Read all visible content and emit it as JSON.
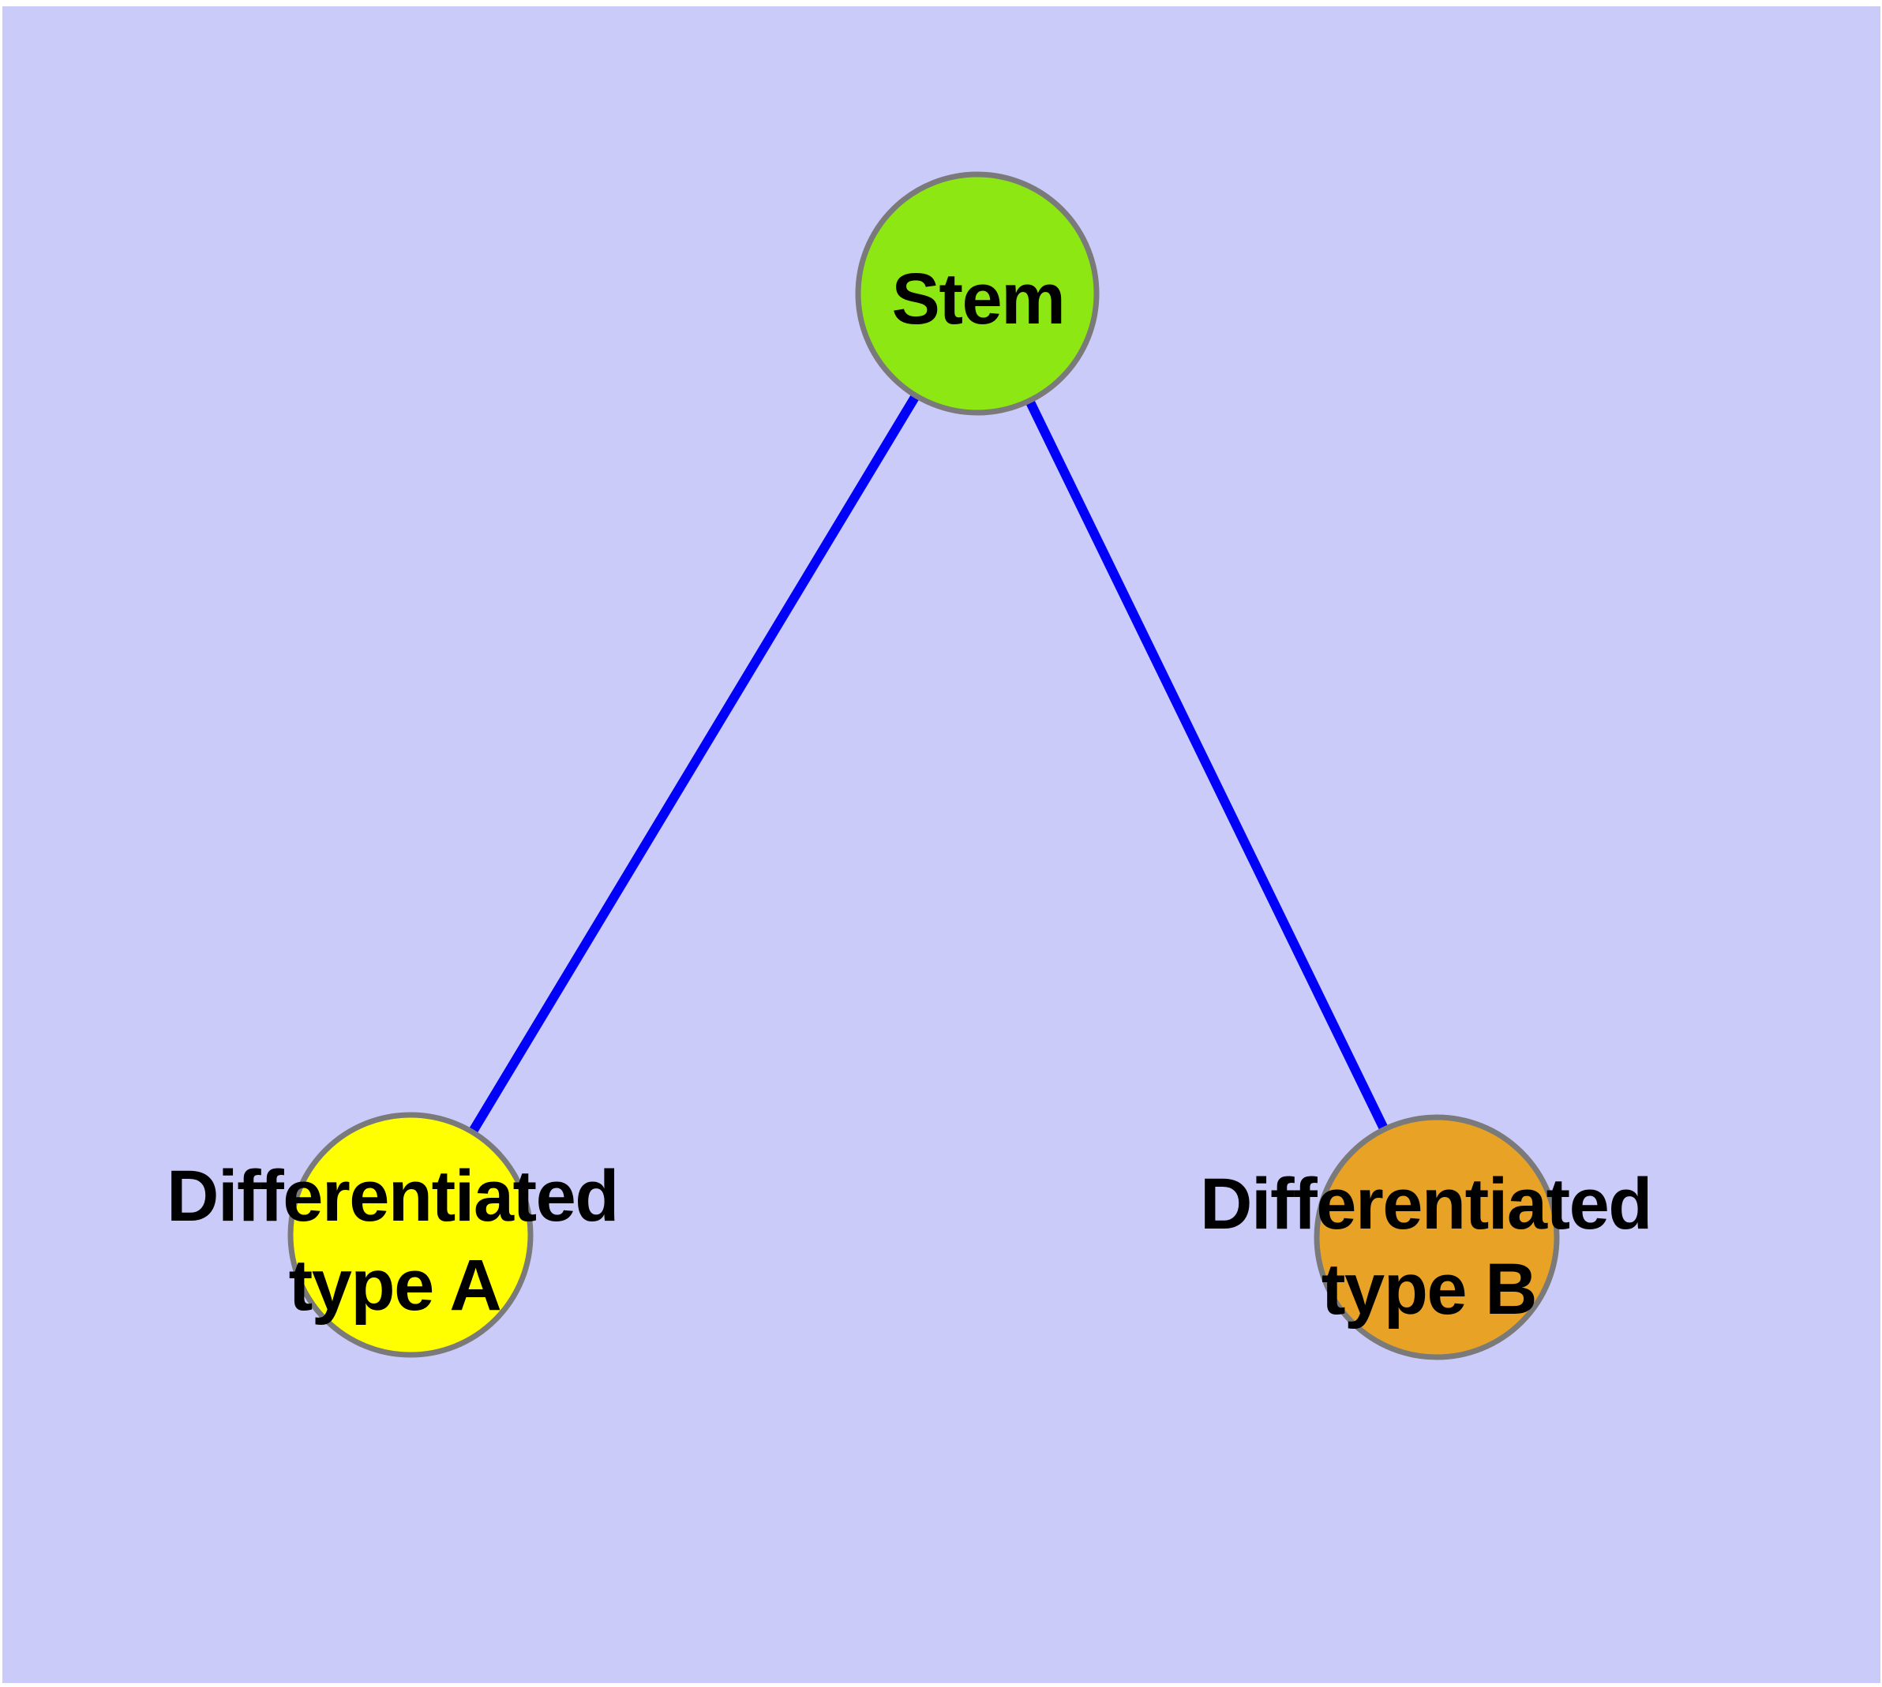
{
  "canvas": {
    "page_color": "#ffffff",
    "background_color": "#cbcbf9"
  },
  "text_color": "#000000",
  "nodes": {
    "stem": {
      "label": "Stem",
      "fill": "#8de712",
      "border": "#7a7a7a"
    },
    "type_a": {
      "label_line1": "Differentiated",
      "label_line2": "type A",
      "fill": "#ffff00",
      "border": "#7a7a7a"
    },
    "type_b": {
      "label_line1": "Differentiated",
      "label_line2": "type B",
      "fill": "#e8a226",
      "border": "#7a7a7a"
    }
  },
  "edges": {
    "color": "#0101fa",
    "list": [
      {
        "from": "Stem",
        "to": "Differentiated type A"
      },
      {
        "from": "Stem",
        "to": "Differentiated type B"
      }
    ]
  }
}
